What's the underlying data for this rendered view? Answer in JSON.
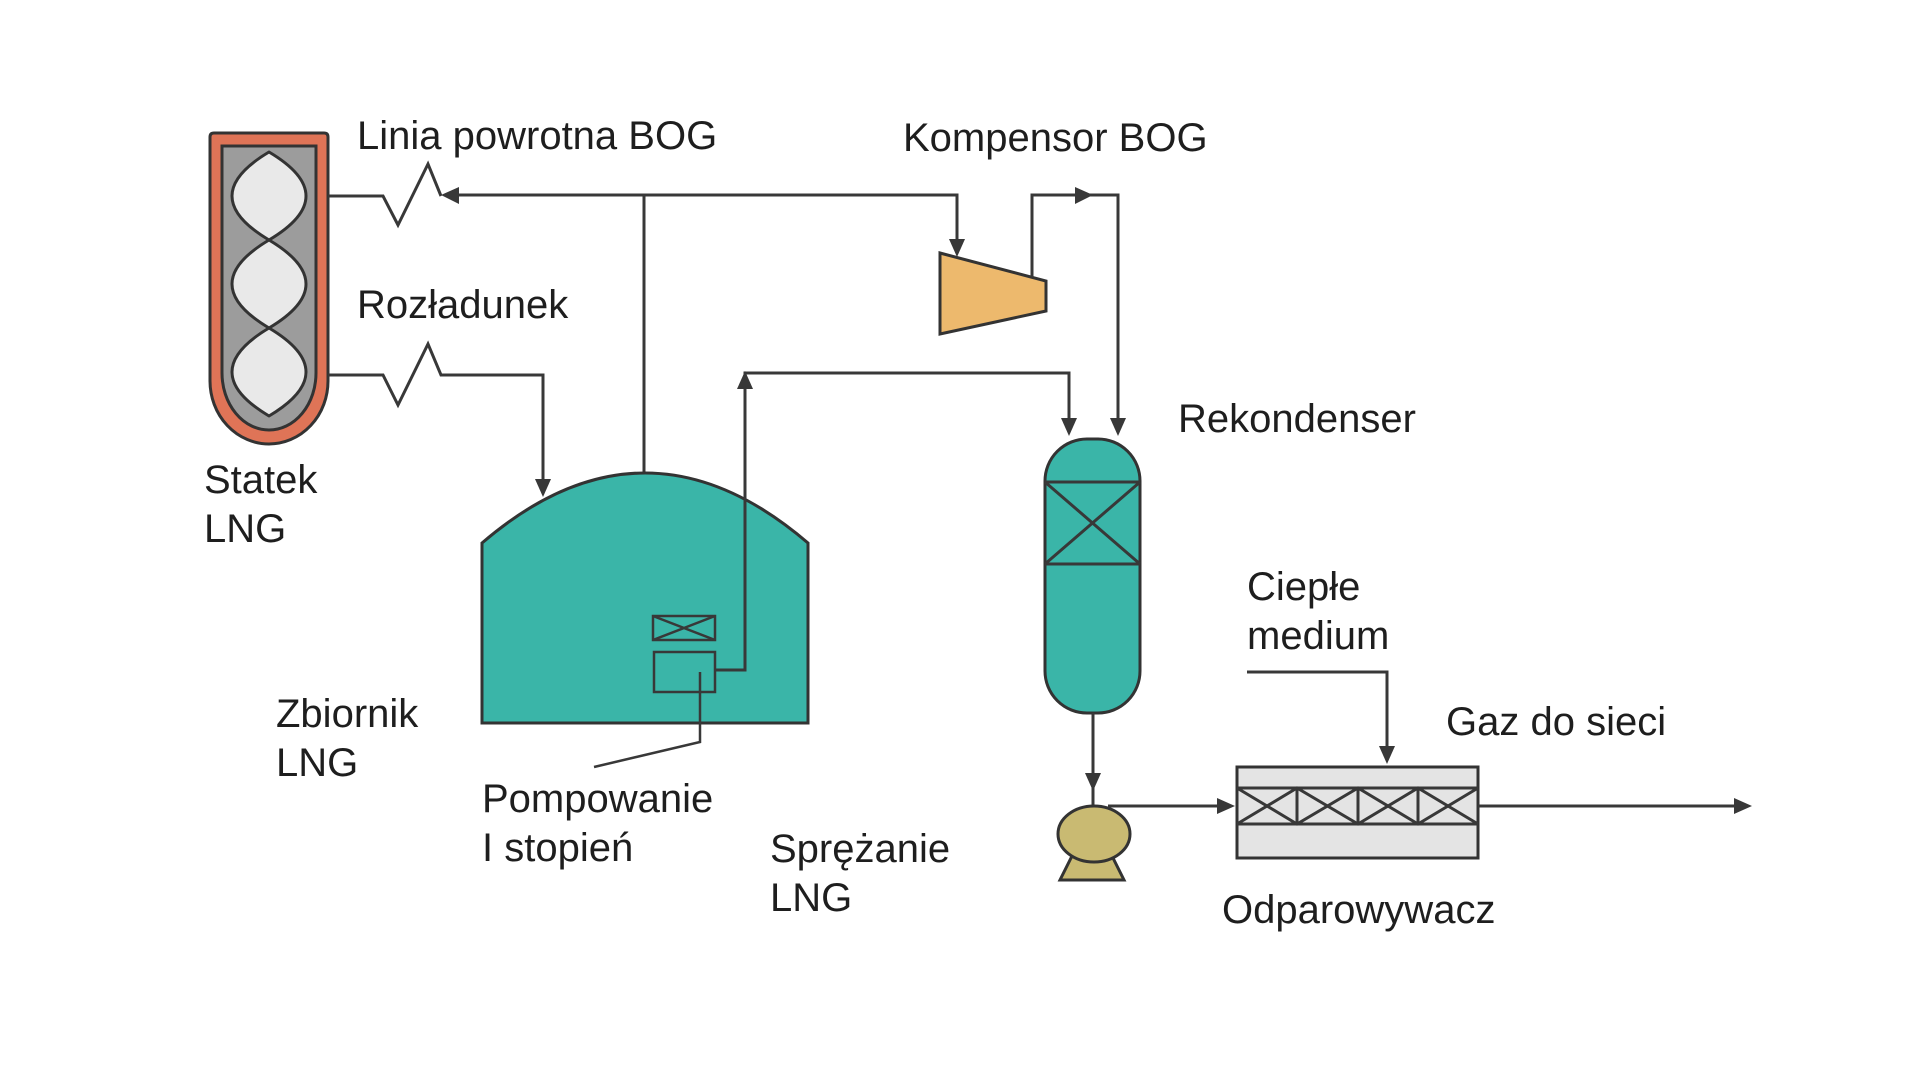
{
  "diagram": "LNG terminal process flow",
  "colors": {
    "ship-hull": "#df7457",
    "ship-inner": "#9c9c9c",
    "ship-tank": "#e9e9e9",
    "teal": "#3ab5a8",
    "compressor": "#edb96d",
    "pump": "#c9ba72",
    "exchanger": "#e4e4e4",
    "line": "#383838",
    "outline": "#333333",
    "text": "#1e1e1e",
    "background": "#ffffff"
  },
  "labels": {
    "bog_return_line": "Linia powrotna BOG",
    "bog_compressor": "Kompensor BOG",
    "unloading": "Rozładunek",
    "lng_ship": "Statek\nLNG",
    "lng_tank": "Zbiornik\nLNG",
    "pumping_stage1": "Pompowanie\nI stopień",
    "recondenser": "Rekondenser",
    "lng_compression": "Sprężanie\nLNG",
    "warm_medium": "Ciepłe\nmedium",
    "gas_to_grid": "Gaz do sieci",
    "vaporizer": "Odparowywacz"
  }
}
